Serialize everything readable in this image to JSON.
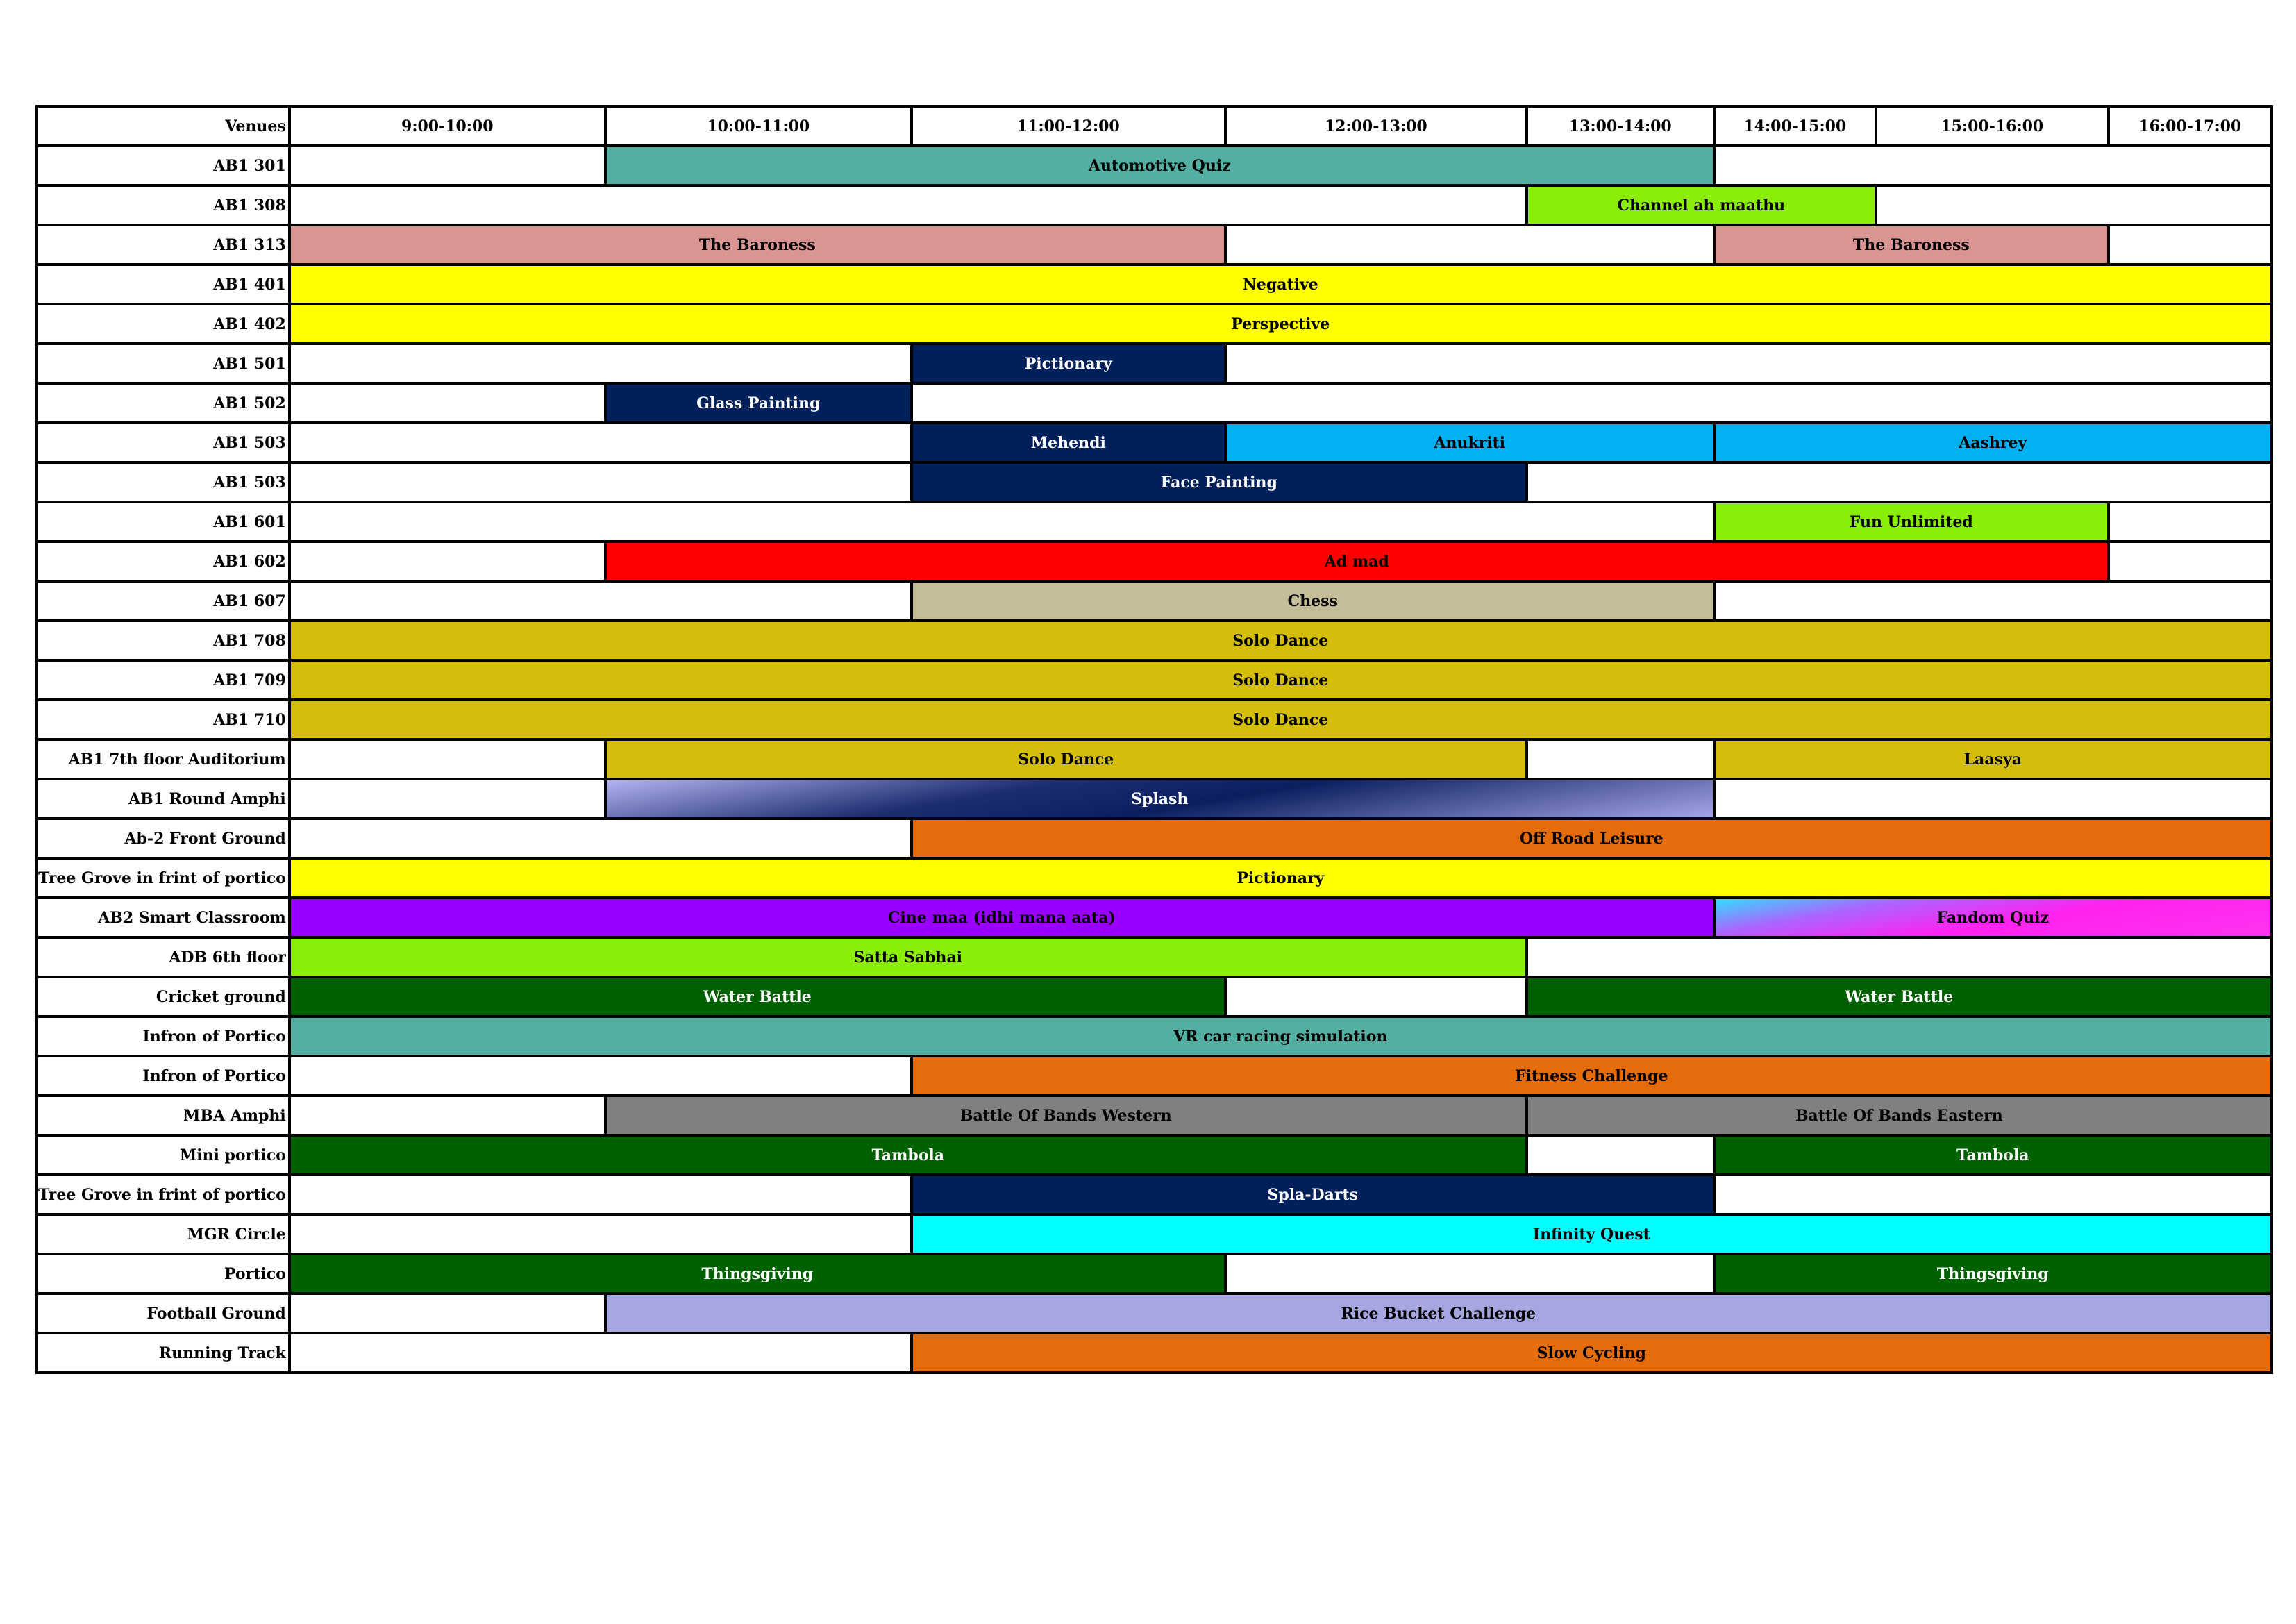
{
  "header": {
    "venues_label": "Venues",
    "slots": [
      "9:00-10:00",
      "10:00-11:00",
      "11:00-12:00",
      "12:00-13:00",
      "13:00-14:00",
      "14:00-15:00",
      "15:00-16:00",
      "16:00-17:00"
    ]
  },
  "rows": [
    {
      "venue": "AB1 301",
      "cells": [
        {
          "span": 1
        },
        {
          "span": 4,
          "label": "Automotive Quiz",
          "bg": "#53AFA2",
          "fg": "#000000"
        },
        {
          "span": 3
        }
      ]
    },
    {
      "venue": "AB1 308",
      "cells": [
        {
          "span": 4
        },
        {
          "span": 2,
          "label": "Channel ah maathu",
          "bg": "#8AEE08",
          "fg": "#000000"
        },
        {
          "span": 2
        }
      ]
    },
    {
      "venue": "AB1 313",
      "cells": [
        {
          "span": 3,
          "label": "The Baroness",
          "bg": "#DA9593",
          "fg": "#000000"
        },
        {
          "span": 2
        },
        {
          "span": 2,
          "label": "The Baroness",
          "bg": "#DA9593",
          "fg": "#000000"
        },
        {
          "span": 1
        }
      ]
    },
    {
      "venue": "AB1 401",
      "cells": [
        {
          "span": 8,
          "label": "Negative",
          "bg": "#FFFF00",
          "fg": "#000000"
        }
      ]
    },
    {
      "venue": "AB1 402",
      "cells": [
        {
          "span": 8,
          "label": "Perspective",
          "bg": "#FFFF00",
          "fg": "#000000"
        }
      ]
    },
    {
      "venue": "AB1 501",
      "cells": [
        {
          "span": 2
        },
        {
          "span": 1,
          "label": "Pictionary",
          "bg": "#00205B",
          "fg": "#FFFFFF"
        },
        {
          "span": 5
        }
      ]
    },
    {
      "venue": "AB1 502",
      "cells": [
        {
          "span": 1
        },
        {
          "span": 1,
          "label": "Glass Painting",
          "bg": "#00205B",
          "fg": "#FFFFFF"
        },
        {
          "span": 6
        }
      ]
    },
    {
      "venue": "AB1 503",
      "cells": [
        {
          "span": 2
        },
        {
          "span": 1,
          "label": "Mehendi",
          "bg": "#00205B",
          "fg": "#FFFFFF"
        },
        {
          "span": 2,
          "label": "Anukriti",
          "bg": "#00B0F0",
          "fg": "#000000"
        },
        {
          "span": 3,
          "label": "Aashrey",
          "bg": "#00B0F0",
          "fg": "#000000"
        }
      ]
    },
    {
      "venue": "AB1 503",
      "cells": [
        {
          "span": 2
        },
        {
          "span": 2,
          "label": "Face Painting",
          "bg": "#00205B",
          "fg": "#FFFFFF"
        },
        {
          "span": 4
        }
      ]
    },
    {
      "venue": "AB1 601",
      "cells": [
        {
          "span": 5
        },
        {
          "span": 2,
          "label": "Fun Unlimited",
          "bg": "#8AEE08",
          "fg": "#000000"
        },
        {
          "span": 1
        }
      ]
    },
    {
      "venue": "AB1 602",
      "cells": [
        {
          "span": 1
        },
        {
          "span": 6,
          "label": "Ad mad",
          "bg": "#FF0000",
          "fg": "#000000"
        },
        {
          "span": 1
        }
      ]
    },
    {
      "venue": "AB1 607",
      "cells": [
        {
          "span": 2
        },
        {
          "span": 3,
          "label": "Chess",
          "bg": "#C4BD97",
          "fg": "#000000"
        },
        {
          "span": 3
        }
      ]
    },
    {
      "venue": "AB1 708",
      "cells": [
        {
          "span": 8,
          "label": "Solo Dance",
          "bg": "#D4BE0B",
          "fg": "#000000"
        }
      ]
    },
    {
      "venue": "AB1 709",
      "cells": [
        {
          "span": 8,
          "label": "Solo Dance",
          "bg": "#D4BE0B",
          "fg": "#000000"
        }
      ]
    },
    {
      "venue": "AB1 710",
      "cells": [
        {
          "span": 8,
          "label": "Solo Dance",
          "bg": "#D4BE0B",
          "fg": "#000000"
        }
      ]
    },
    {
      "venue": "AB1 7th floor Auditorium",
      "cells": [
        {
          "span": 1
        },
        {
          "span": 3,
          "label": "Solo Dance",
          "bg": "#D4BE0B",
          "fg": "#000000"
        },
        {
          "span": 1
        },
        {
          "span": 3,
          "label": "Laasya",
          "bg": "#D4BE0B",
          "fg": "#000000"
        }
      ]
    },
    {
      "venue": "AB1 Round Amphi",
      "cells": [
        {
          "span": 1
        },
        {
          "span": 4,
          "label": "Splash",
          "bg": "#1A2A6C",
          "fg": "#FFFFFF",
          "gradient": "linear-gradient(170deg, #b3b3f0 0%, #1c2d70 35%, #0b1f5f 55%, #a4a4e6 100%)"
        },
        {
          "span": 3
        }
      ]
    },
    {
      "venue": "Ab-2 Front Ground",
      "cells": [
        {
          "span": 2
        },
        {
          "span": 6,
          "label": "Off Road Leisure",
          "bg": "#E46C0A",
          "fg": "#000000"
        }
      ]
    },
    {
      "venue": "Tree Grove in frint of portico",
      "cells": [
        {
          "span": 8,
          "label": "Pictionary",
          "bg": "#FFFF00",
          "fg": "#000000"
        }
      ]
    },
    {
      "venue": "AB2 Smart Classroom",
      "cells": [
        {
          "span": 5,
          "label": "Cine maa (idhi mana aata)",
          "bg": "#9900FF",
          "fg": "#000000"
        },
        {
          "span": 3,
          "label": "Fandom Quiz",
          "bg": "#FF33EE",
          "fg": "#000000",
          "gradient": "linear-gradient(170deg, #33ddff 0%, #aa66ff 25%, #ff22ee 55%, #ff33ee 100%)"
        }
      ]
    },
    {
      "venue": "ADB 6th floor",
      "cells": [
        {
          "span": 4,
          "label": "Satta Sabhai",
          "bg": "#8AEE08",
          "fg": "#000000"
        },
        {
          "span": 4
        }
      ]
    },
    {
      "venue": "Cricket ground",
      "cells": [
        {
          "span": 3,
          "label": "Water Battle",
          "bg": "#006100",
          "fg": "#FFFFFF"
        },
        {
          "span": 1
        },
        {
          "span": 4,
          "label": "Water Battle",
          "bg": "#006100",
          "fg": "#FFFFFF"
        }
      ]
    },
    {
      "venue": "Infron of Portico",
      "cells": [
        {
          "span": 8,
          "label": "VR car racing simulation",
          "bg": "#53AFA2",
          "fg": "#000000"
        }
      ]
    },
    {
      "venue": "Infron of Portico",
      "cells": [
        {
          "span": 2
        },
        {
          "span": 6,
          "label": "Fitness Challenge",
          "bg": "#E46C0A",
          "fg": "#000000"
        }
      ]
    },
    {
      "venue": "MBA Amphi",
      "cells": [
        {
          "span": 1
        },
        {
          "span": 3,
          "label": "Battle Of Bands Western",
          "bg": "#808080",
          "fg": "#000000"
        },
        {
          "span": 4,
          "label": "Battle Of Bands Eastern",
          "bg": "#808080",
          "fg": "#000000"
        }
      ]
    },
    {
      "venue": "Mini portico",
      "cells": [
        {
          "span": 4,
          "label": "Tambola",
          "bg": "#006100",
          "fg": "#FFFFFF"
        },
        {
          "span": 1
        },
        {
          "span": 3,
          "label": "Tambola",
          "bg": "#006100",
          "fg": "#FFFFFF"
        }
      ]
    },
    {
      "venue": "Tree Grove in frint of portico",
      "cells": [
        {
          "span": 2
        },
        {
          "span": 3,
          "label": "Spla-Darts",
          "bg": "#00205B",
          "fg": "#FFFFFF"
        },
        {
          "span": 3
        }
      ]
    },
    {
      "venue": "MGR Circle",
      "cells": [
        {
          "span": 2
        },
        {
          "span": 6,
          "label": "Infinity Quest",
          "bg": "#00FFFF",
          "fg": "#000000"
        }
      ]
    },
    {
      "venue": "Portico",
      "cells": [
        {
          "span": 3,
          "label": "Thingsgiving",
          "bg": "#006100",
          "fg": "#FFFFFF"
        },
        {
          "span": 2
        },
        {
          "span": 3,
          "label": "Thingsgiving",
          "bg": "#006100",
          "fg": "#FFFFFF"
        }
      ]
    },
    {
      "venue": "Football Ground",
      "cells": [
        {
          "span": 1
        },
        {
          "span": 7,
          "label": "Rice Bucket Challenge",
          "bg": "#A6A6E0",
          "fg": "#000000"
        }
      ]
    },
    {
      "venue": "Running Track",
      "cells": [
        {
          "span": 2
        },
        {
          "span": 6,
          "label": "Slow Cycling",
          "bg": "#E46C0A",
          "fg": "#000000"
        }
      ]
    }
  ]
}
